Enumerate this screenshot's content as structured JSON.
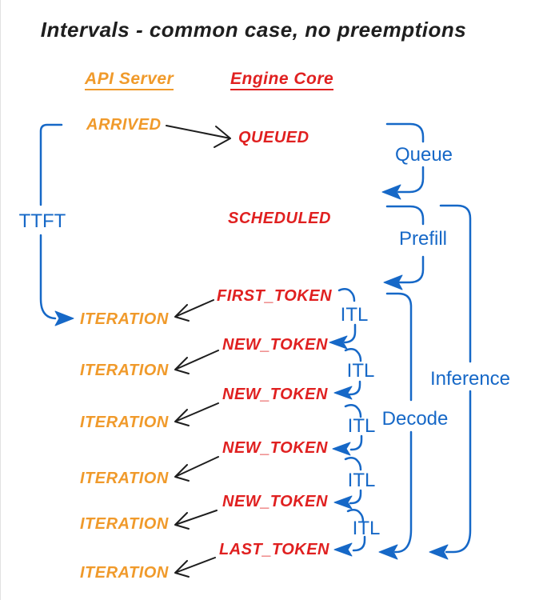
{
  "title": "Intervals - common case, no preemptions",
  "columns": {
    "api_server": "API Server",
    "engine_core": "Engine Core"
  },
  "events": {
    "arrived": "ARRIVED",
    "queued": "QUEUED",
    "scheduled": "SCHEDULED",
    "first_token": "FIRST_TOKEN",
    "new_token": "NEW_TOKEN",
    "last_token": "LAST_TOKEN",
    "iteration": "ITERATION"
  },
  "intervals": {
    "ttft": "TTFT",
    "queue": "Queue",
    "prefill": "Prefill",
    "itl": "ITL",
    "decode": "Decode",
    "inference": "Inference"
  },
  "colors": {
    "blue": "#1668c7",
    "red": "#e02020",
    "orange": "#f09a2b",
    "black": "#1e1e1e",
    "background": "#ffffff"
  }
}
